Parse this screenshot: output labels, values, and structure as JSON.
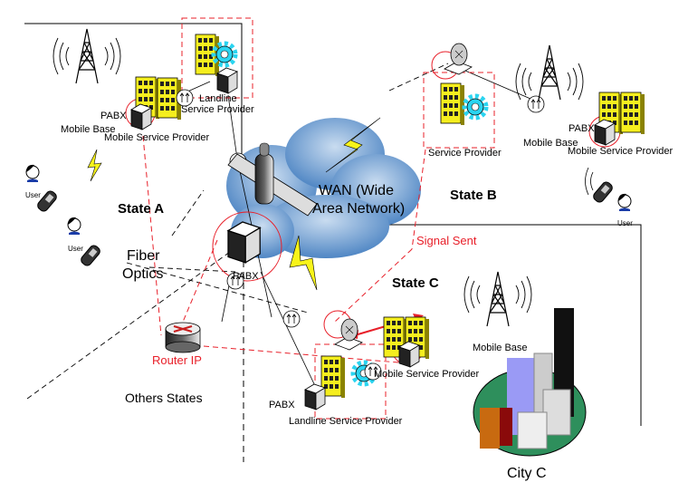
{
  "colors": {
    "cloud": "#5b8fcb",
    "building": "#f5ee1e",
    "accent_red": "#e8202a",
    "gear": "#2ad4f0",
    "lightning": "#f8f41a",
    "city_ground": "#2e8f5c"
  },
  "state_a": {
    "title": "State A",
    "mobile_base": "Mobile Base",
    "pabx": "PABX",
    "mobile_service_provider": "Mobile Service Provider",
    "landline_line1": "Landline",
    "landline_line2": "Service Provider",
    "user1": "User",
    "user2": "User",
    "fiber_line1": "Fiber",
    "fiber_line2": "Optics",
    "hub_pabx": "PABX"
  },
  "wan": {
    "line1": "WAN (Wide",
    "line2": "Area Network)"
  },
  "state_b": {
    "title": "State B",
    "service_provider": "Service Provider",
    "mobile_base": "Mobile Base",
    "pabx": "PABX",
    "mobile_service_provider": "Mobile Service Provider",
    "user": "User"
  },
  "signal_sent": "Signal Sent",
  "router_ip": "Router IP",
  "others_states": "Others States",
  "state_c": {
    "title": "State C",
    "mobile_base": "Mobile Base",
    "mobile_service_provider": "Mobile Service Provider",
    "pabx": "PABX",
    "landline_service_provider": "Landline Service Provider",
    "city": "City C"
  }
}
